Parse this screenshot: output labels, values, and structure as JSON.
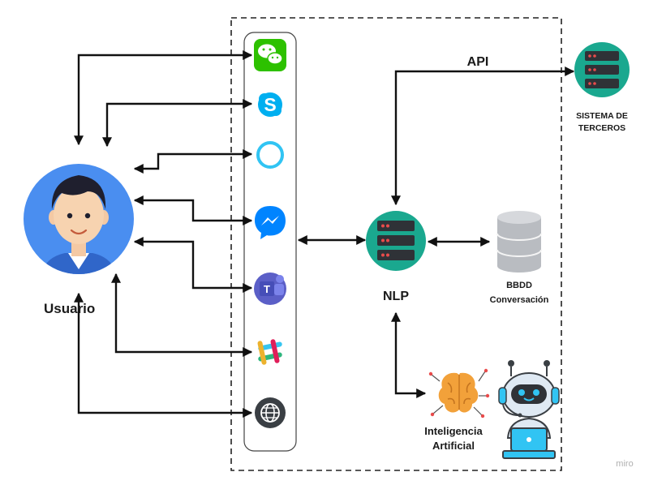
{
  "labels": {
    "user": "Usuario",
    "api": "API",
    "nlp": "NLP",
    "third_party_line1": "SISTEMA DE",
    "third_party_line2": "TERCEROS",
    "db_line1": "BBDD",
    "db_line2": "Conversación",
    "ai_line1": "Inteligencia",
    "ai_line2": "Artificial",
    "watermark": "miro"
  },
  "channels": [
    {
      "name": "wechat-icon",
      "color": "#2dc100"
    },
    {
      "name": "skype-icon",
      "color": "#00aff0"
    },
    {
      "name": "alexa-icon",
      "color": "#31c4f3"
    },
    {
      "name": "messenger-icon",
      "color": "#0084ff"
    },
    {
      "name": "teams-icon",
      "color": "#5b5fc7"
    },
    {
      "name": "slack-icon",
      "color": "#e01e5a"
    },
    {
      "name": "web-icon",
      "color": "#3a3f44"
    }
  ],
  "colors": {
    "server": "#1aa88f",
    "user_circle": "#4a8ef0",
    "arrow": "#111111"
  }
}
